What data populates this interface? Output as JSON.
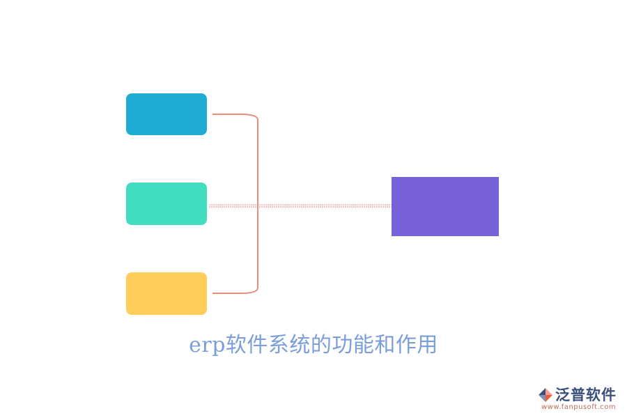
{
  "diagram": {
    "title": "erp软件系统的功能和作用",
    "nodes": [
      {
        "id": "top",
        "fill": "#1eacd3"
      },
      {
        "id": "middle",
        "fill": "#43dec0"
      },
      {
        "id": "bottom",
        "fill": "#fecd5a"
      },
      {
        "id": "target",
        "fill": "#7761d9"
      }
    ],
    "connector_color": "#ee8a78",
    "title_color": "#7a9edc"
  },
  "logo": {
    "name": "泛普软件",
    "url": "www.fanpusoft.com",
    "mark_colors": [
      "#3b4f7d",
      "#e85d3b"
    ]
  }
}
